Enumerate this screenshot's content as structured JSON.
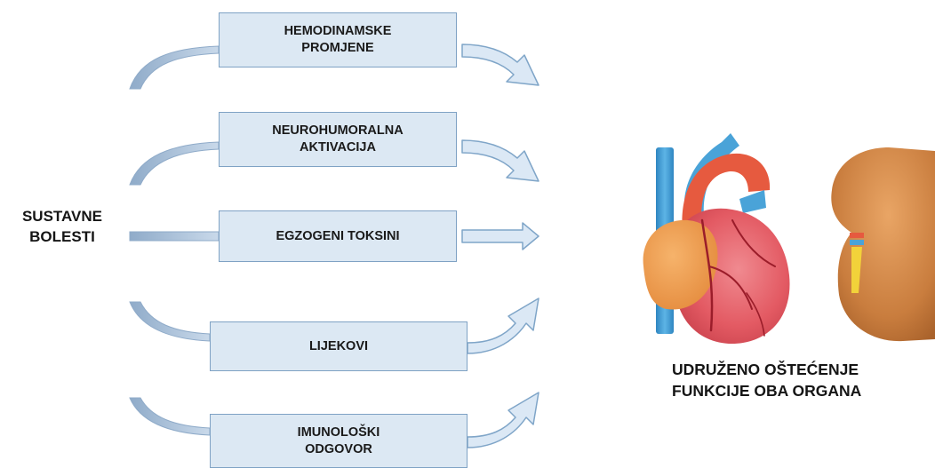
{
  "source": {
    "label": "SUSTAVNE\nBOLESTI"
  },
  "factors": [
    {
      "label": "HEMODINAMSKE\nPROMJENE"
    },
    {
      "label": "NEUROHUMORALNA\nAKTIVACIJA"
    },
    {
      "label": "EGZOGENI TOKSINI"
    },
    {
      "label": "LIJEKOVI"
    },
    {
      "label": "IMUNOLOŠKI\nODGOVOR"
    }
  ],
  "outcome": {
    "label": "UDRUŽENO OŠTEĆENJE\nFUNKCIJE OBA ORGANA"
  },
  "organs": [
    {
      "name": "heart",
      "icon": "heart-illustration"
    },
    {
      "name": "kidney",
      "icon": "kidney-illustration"
    }
  ],
  "colors": {
    "box_fill": "#dce8f3",
    "box_border": "#7fa2c4",
    "arrow_fill": "#dbe8f5",
    "arrow_stroke": "#7fa5c8",
    "arrow_tail": "#9fb8d4",
    "heart_red": "#e4555e",
    "atrium_orange": "#ef9a4e",
    "vessel_blue": "#4aa3d8",
    "kidney_brown": "#c87a3a"
  }
}
